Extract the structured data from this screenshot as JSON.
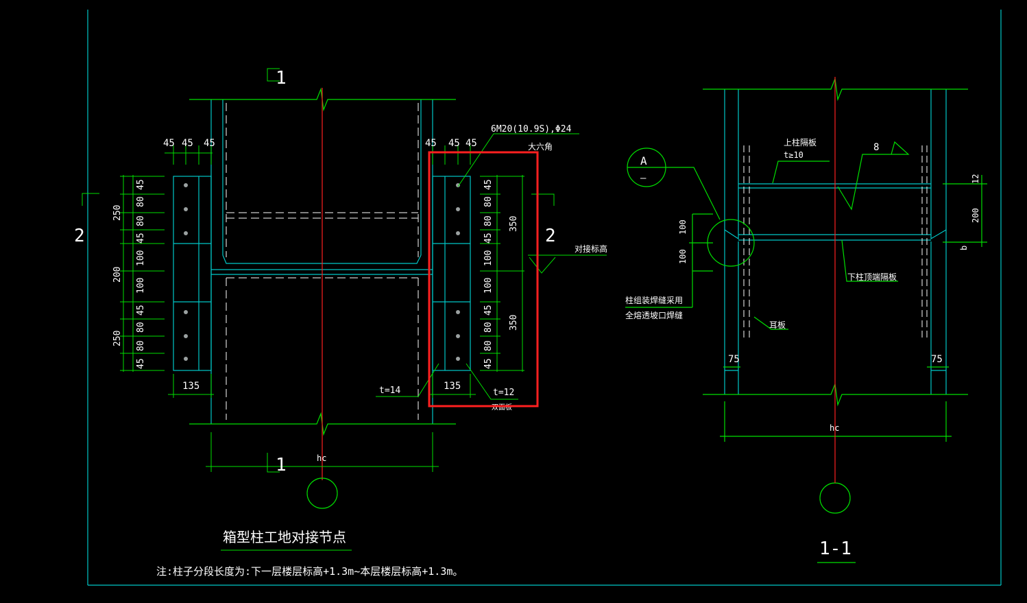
{
  "colors": {
    "background": "#000000",
    "frame": "#00c8c8",
    "plate": "#00c8c8",
    "dim": "#00e000",
    "center": "#ff2020",
    "text": "#ffffff",
    "highlight": "#ff2020",
    "grey": "#9aa0a0"
  },
  "left": {
    "section_mark_top": "1",
    "section_mark_bottom": "1",
    "side_mark": "2",
    "side_mark_right": "2",
    "top_dims_left": [
      "45",
      "45",
      "45"
    ],
    "top_dims_right": [
      "45",
      "45",
      "45"
    ],
    "vertical_dims_left": [
      "45",
      "80",
      "80",
      "45",
      "100",
      "100",
      "45",
      "80",
      "80",
      "45"
    ],
    "vertical_dims_groups": [
      "250",
      "200",
      "250"
    ],
    "vertical_dims_right": [
      "45",
      "80",
      "80",
      "45",
      "100",
      "100",
      "45",
      "80",
      "80",
      "45"
    ],
    "vertical_dims_right_groups": [
      "350",
      "350"
    ],
    "bolt_note": "6M20(10.9S),Φ24",
    "bolt_note_sub": "大六角",
    "splice_label": "对接标高",
    "plate_width_left": "135",
    "plate_width_right": "135",
    "t_inner": "t=14",
    "t_outer": "t=12",
    "t_outer_sub": "双面板",
    "width_label": "hc",
    "title": "箱型柱工地对接节点",
    "note": "注:柱子分段长度为:下一层楼层标高+1.3m~本层楼层标高+1.3m。"
  },
  "right": {
    "detail_mark_top": "A",
    "detail_mark_bottom": "—",
    "upper_plate_label": "上柱隔板",
    "upper_plate_t": "t≥10",
    "weld_size": "8",
    "lower_plate_label": "下柱顶端隔板",
    "weld_note_1": "柱组装焊缝采用",
    "weld_note_2": "全熔透坡口焊缝",
    "ear_plate": "耳板",
    "dim_12": "12",
    "dim_200": "200",
    "dim_b": "b",
    "dim_100a": "100",
    "dim_100b": "100",
    "dim_75_left": "75",
    "dim_75_right": "75",
    "width_label": "hc",
    "title": "1-1"
  }
}
